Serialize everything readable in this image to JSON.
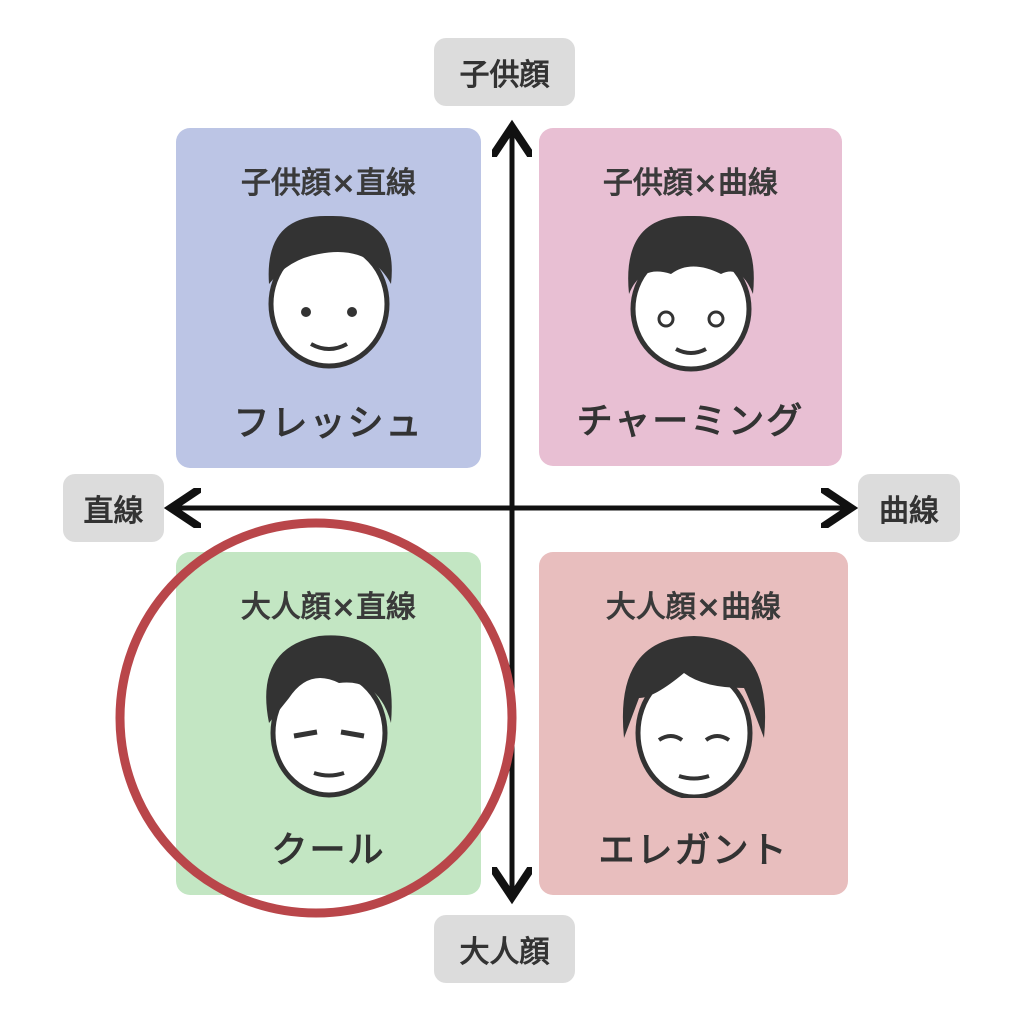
{
  "axes": {
    "top": "子供顔",
    "bottom": "大人顔",
    "left": "直線",
    "right": "曲線"
  },
  "quadrants": [
    {
      "title": "子供顔×直線",
      "name": "フレッシュ",
      "color": "#bcc5e5"
    },
    {
      "title": "子供顔×曲線",
      "name": "チャーミング",
      "color": "#e8bfd3"
    },
    {
      "title": "大人顔×直線",
      "name": "クール",
      "color": "#c3e6c3"
    },
    {
      "title": "大人顔×曲線",
      "name": "エレガント",
      "color": "#e8bebe"
    }
  ],
  "highlight": {
    "quadrant": "クール",
    "color": "#b9464a"
  }
}
